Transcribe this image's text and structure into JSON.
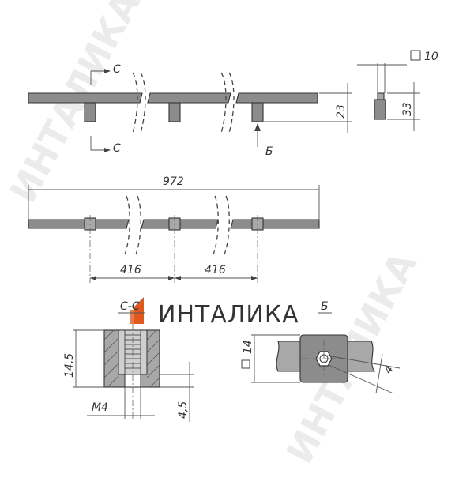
{
  "labels": {
    "section_c_top": "С",
    "section_c_bottom": "С",
    "view_b_arrow": "Б",
    "dim_23": "23",
    "dim_33": "33",
    "dim_square_10": "10",
    "dim_972": "972",
    "dim_416_left": "416",
    "dim_416_right": "416",
    "section_cc_title": "С-С",
    "view_b_title": "Б",
    "dim_14_5": "14,5",
    "dim_4_5": "4,5",
    "dim_m4": "M4",
    "dim_square_14": "14",
    "dim_4": "4"
  },
  "brand": {
    "name": "ИНТАЛИКА",
    "logo_color": "#e05a1e",
    "text_color": "#9b9b9b"
  },
  "watermark": {
    "text": "ИНТАЛИКА"
  },
  "colors": {
    "part_fill": "#8c8c8c",
    "line": "#333333"
  }
}
